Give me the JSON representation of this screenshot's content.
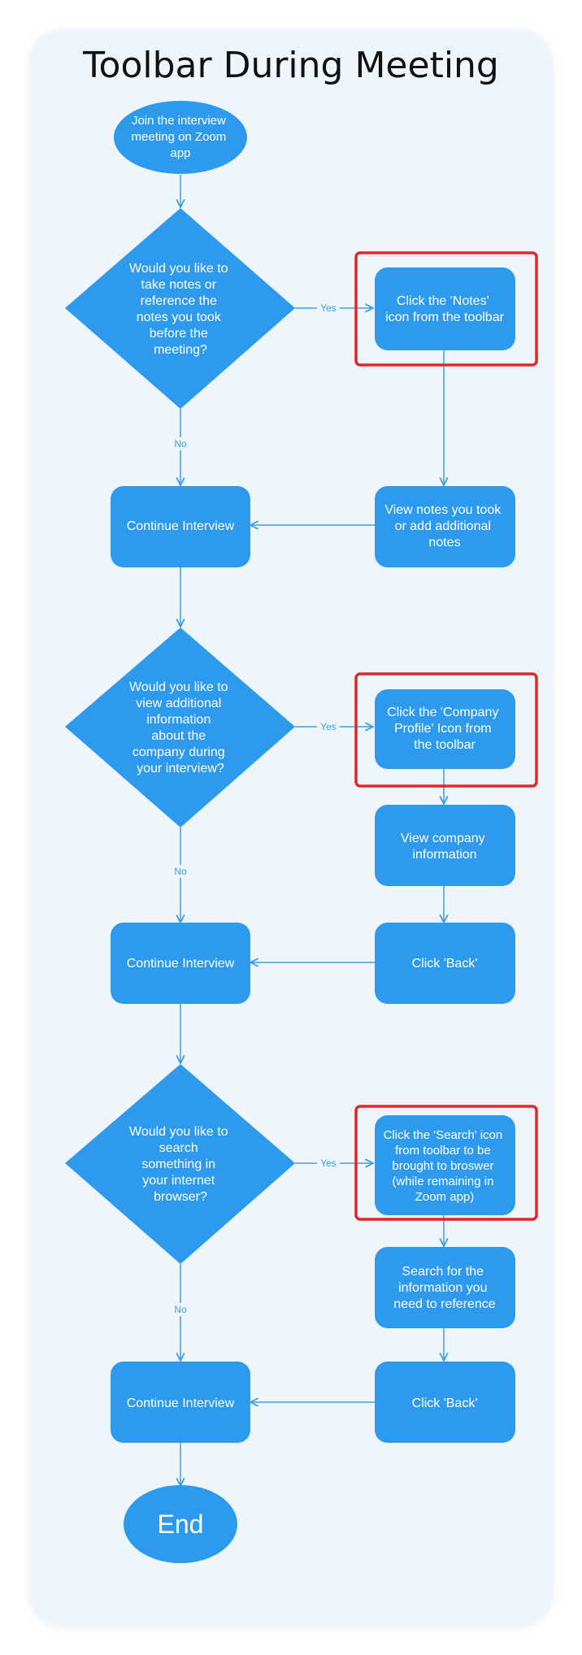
{
  "title": "Toolbar During Meeting",
  "colors": {
    "node_fill": "#2e9aed",
    "edge": "#3d9de5",
    "highlight": "#e0262b",
    "card_bg": "#eef6fc"
  },
  "nodes": {
    "start": [
      "Join the interview",
      "meeting on Zoom",
      "app"
    ],
    "q1": [
      "Would you like to",
      "take notes or",
      "reference the",
      "notes you took",
      "before the",
      "meeting?"
    ],
    "notes_icon": [
      "Click the 'Notes'",
      "icon from the toolbar"
    ],
    "view_notes": [
      "View notes you took",
      "or add additional",
      "notes"
    ],
    "continue1": [
      "Continue Interview"
    ],
    "q2": [
      "Would you like to",
      "view additional",
      "information",
      "about the",
      "company during",
      "your interview?"
    ],
    "company_icon": [
      "Click the 'Company",
      "Profile' Icon from",
      "the toolbar"
    ],
    "view_company": [
      "View company",
      "information"
    ],
    "back1": [
      "Click 'Back'"
    ],
    "continue2": [
      "Continue Interview"
    ],
    "q3": [
      "Would you like to",
      "search",
      "something in",
      "your internet",
      "browser?"
    ],
    "search_icon": [
      "Click the 'Search' icon",
      "from toolbar to be",
      "brought to broswer",
      "(while remaining in",
      "Zoom app)"
    ],
    "search_info": [
      "Search for the",
      "information you",
      "need to reference"
    ],
    "back2": [
      "Click 'Back'"
    ],
    "continue3": [
      "Continue Interview"
    ],
    "end": [
      "End"
    ]
  },
  "edge_labels": {
    "yes1": "Yes",
    "no1": "No",
    "yes2": "Yes",
    "no2": "No",
    "yes3": "Yes",
    "no3": "No"
  }
}
